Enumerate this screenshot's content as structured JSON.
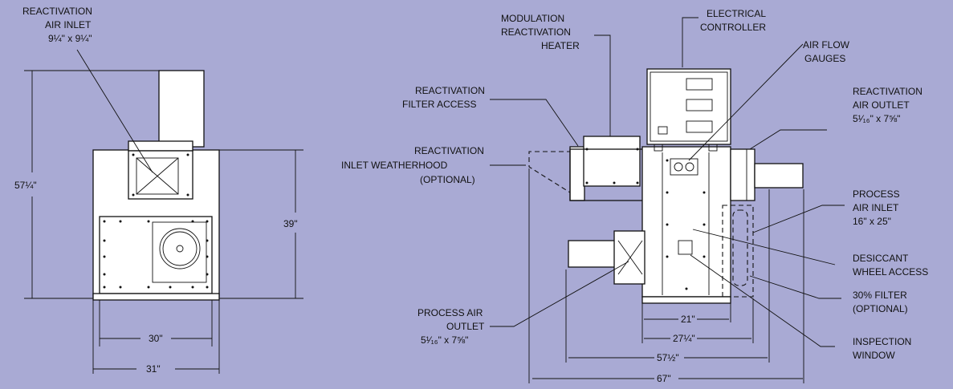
{
  "colors": {
    "background": "#a9aad4",
    "unit_fill": "#ffffff",
    "line": "#111111"
  },
  "labels": {
    "reactivation_air_inlet": [
      "REACTIVATION",
      "AIR INLET",
      "9¼\" x 9¼\""
    ],
    "modulation_heater": [
      "MODULATION",
      "REACTIVATION",
      "HEATER"
    ],
    "electrical_controller": [
      "ELECTRICAL",
      "CONTROLLER"
    ],
    "air_flow_gauges": [
      "AIR FLOW",
      "GAUGES"
    ],
    "reactivation_filter_access": [
      "REACTIVATION",
      "FILTER ACCESS"
    ],
    "reactivation_air_outlet": [
      "REACTIVATION",
      "AIR OUTLET",
      "5¹⁄₁₆\" x 7⅝\""
    ],
    "reactivation_inlet_weatherhood": [
      "REACTIVATION",
      "INLET WEATHERHOOD",
      "(OPTIONAL)"
    ],
    "process_air_inlet": [
      "PROCESS",
      "AIR INLET",
      "16\" x 25\""
    ],
    "desiccant_wheel_access": [
      "DESICCANT",
      "WHEEL ACCESS"
    ],
    "filter_30": [
      "30% FILTER",
      "(OPTIONAL)"
    ],
    "process_air_outlet": [
      "PROCESS AIR",
      "OUTLET",
      "5¹⁄₁₆\" x 7⅝\""
    ],
    "inspection_window": [
      "INSPECTION",
      "WINDOW"
    ]
  },
  "dimensions": {
    "left_height": "57¼\"",
    "left_body_height": "39\"",
    "left_width_inner": "30\"",
    "left_width_outer": "31\"",
    "right_21": "21\"",
    "right_27": "27¼\"",
    "right_57": "57½\"",
    "right_67": "67\""
  }
}
